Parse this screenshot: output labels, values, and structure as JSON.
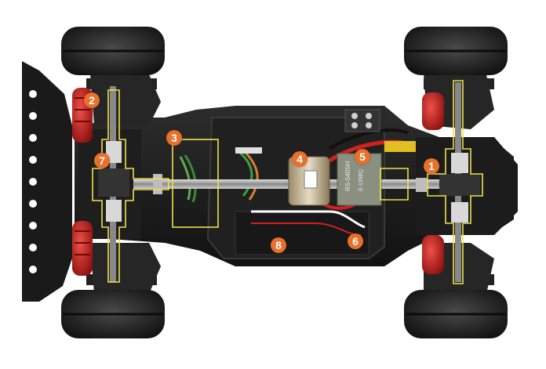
{
  "callouts": [
    "1",
    "2",
    "3",
    "4",
    "5",
    "6",
    "7",
    "8"
  ],
  "motor_label": "RS-540SH",
  "motor_code": "E-1398Q",
  "colors": {
    "callout": "#e8702a",
    "highlight": "#f0e04a",
    "chassis": "#1c1c1c",
    "tire": "#2a2a2a",
    "shock": "#c8201e",
    "background": "#ffffff"
  }
}
